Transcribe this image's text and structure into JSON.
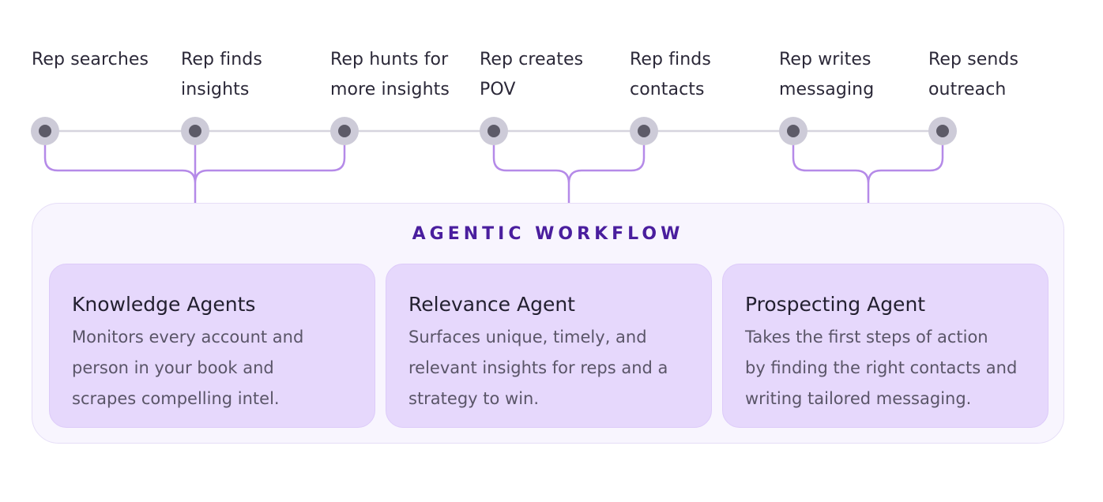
{
  "steps": [
    {
      "line1": "Rep searches",
      "line2": ""
    },
    {
      "line1": "Rep finds",
      "line2": "insights"
    },
    {
      "line1": "Rep hunts for",
      "line2": "more insights"
    },
    {
      "line1": "Rep creates",
      "line2": "POV"
    },
    {
      "line1": "Rep finds",
      "line2": "contacts"
    },
    {
      "line1": "Rep writes",
      "line2": "messaging"
    },
    {
      "line1": "Rep sends",
      "line2": "outreach"
    }
  ],
  "workflow": {
    "title": "AGENTIC WORKFLOW",
    "agents": [
      {
        "title": "Knowledge Agents",
        "desc": [
          "Monitors every account and",
          "person in your book and",
          "scrapes compelling intel."
        ]
      },
      {
        "title": "Relevance Agent",
        "desc": [
          "Surfaces unique, timely, and",
          "relevant insights for reps and a",
          "strategy to win."
        ]
      },
      {
        "title": "Prospecting Agent",
        "desc": [
          "Takes the first steps of action",
          "by finding the right contacts and",
          "writing tailored messaging."
        ]
      }
    ]
  },
  "colors": {
    "node_outer": "#cdcbd8",
    "node_inner": "#5d5b68",
    "timeline": "#d6d4de",
    "bracket": "#b58ae8",
    "title_accent": "#4a1e9e"
  }
}
